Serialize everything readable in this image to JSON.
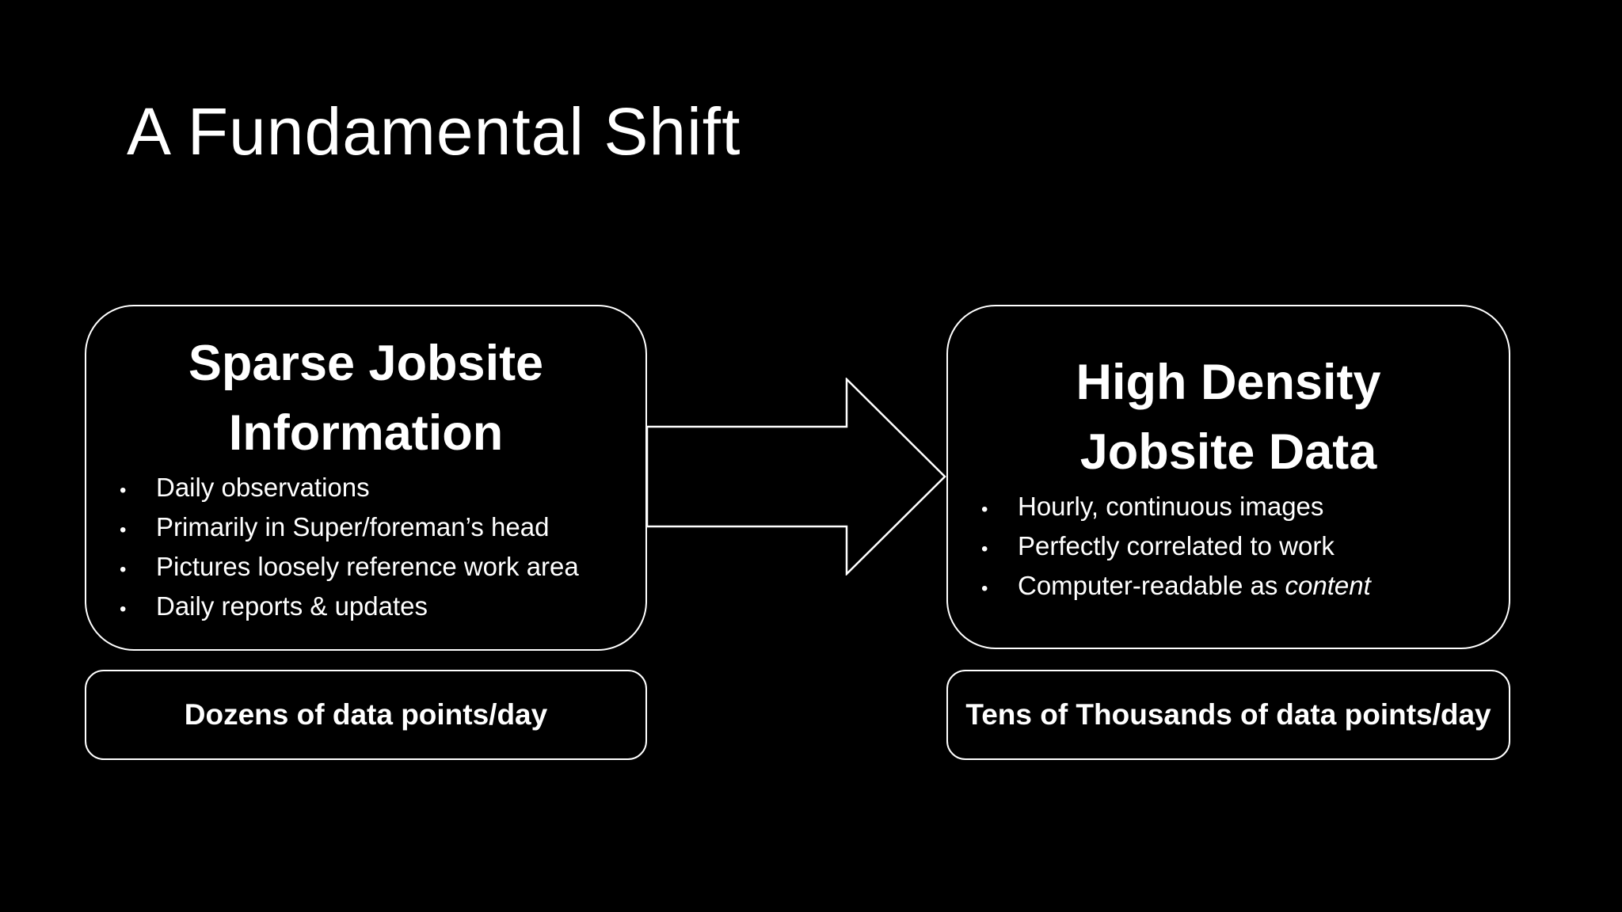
{
  "slide": {
    "title": "A Fundamental Shift",
    "bullet_char": "•",
    "left_box": {
      "heading_line1": "Sparse Jobsite",
      "heading_line2": "Information",
      "bullets": [
        "Daily observations",
        "Primarily in Super/foreman’s head",
        "Pictures loosely reference work area",
        "Daily reports & updates"
      ]
    },
    "right_box": {
      "heading_line1": "High Density",
      "heading_line2": "Jobsite Data",
      "bullets": [
        "Hourly, continuous images",
        "Perfectly correlated to work"
      ],
      "bullet3_prefix": "Computer-readable as ",
      "bullet3_italic": "content"
    },
    "left_footer": "Dozens of data points/day",
    "right_footer": "Tens of Thousands of data points/day",
    "colors": {
      "background": "#000000",
      "text": "#ffffff",
      "border": "#ffffff"
    }
  }
}
